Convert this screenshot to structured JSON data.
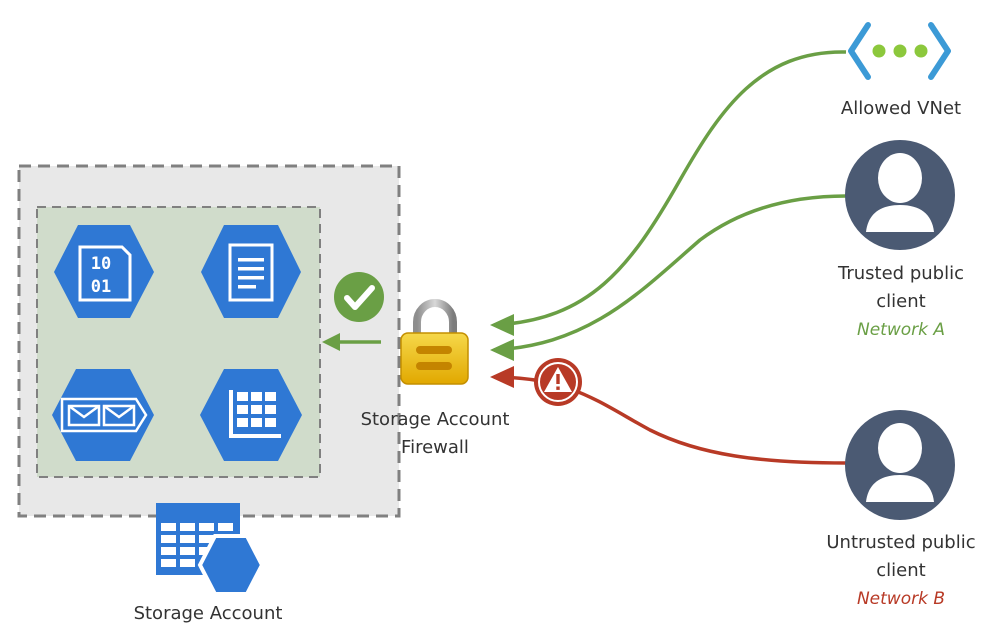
{
  "storage_account": {
    "label": "Storage Account",
    "services": [
      {
        "name": "blob",
        "glyph_text": [
          "10",
          "01"
        ]
      },
      {
        "name": "file"
      },
      {
        "name": "queue"
      },
      {
        "name": "table"
      }
    ]
  },
  "firewall": {
    "label_line1": "Storage Account",
    "label_line2": "Firewall"
  },
  "clients": {
    "allowed_vnet": {
      "label": "Allowed VNet"
    },
    "trusted": {
      "label_line1": "Trusted public",
      "label_line2": "client",
      "network": "Network A"
    },
    "untrusted": {
      "label_line1": "Untrusted public",
      "label_line2": "client",
      "network": "Network B"
    }
  },
  "colors": {
    "allowed": "#6a9f45",
    "denied": "#b83a26",
    "azure_blue": "#2f78d4",
    "lock_gold": "#e5b800",
    "user_dark": "#4b5a73",
    "vnet_blue": "#3c9ad6",
    "vnet_green": "#8cc83c"
  },
  "icons": {
    "success": "check-circle-icon",
    "warning": "warning-triangle-icon",
    "lock": "padlock-icon",
    "user": "user-icon",
    "vnet": "vnet-icon"
  }
}
